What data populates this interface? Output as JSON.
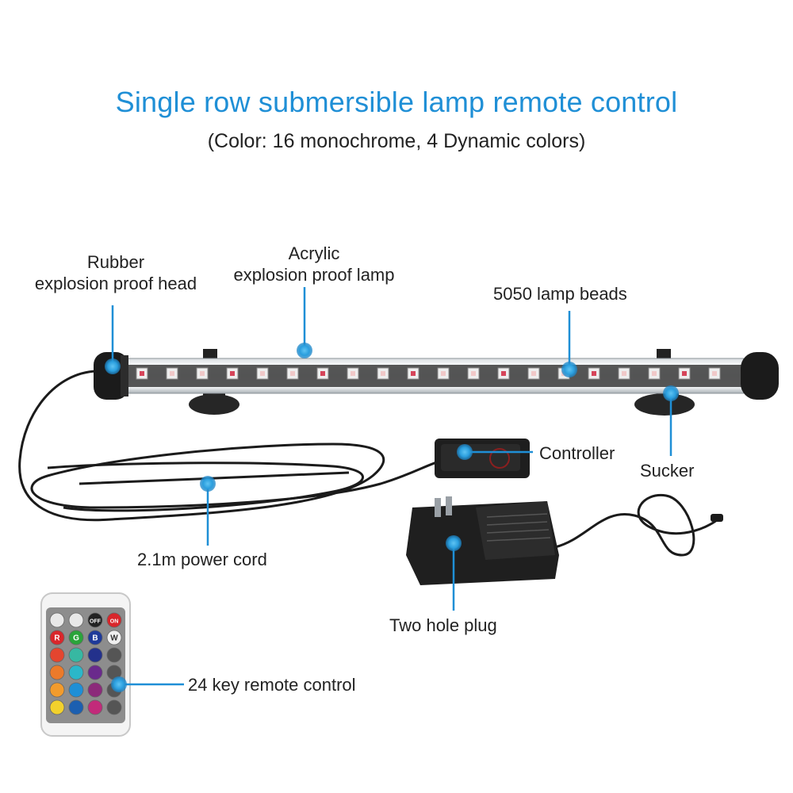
{
  "title": "Single row submersible lamp remote control",
  "subtitle": "(Color: 16 monochrome, 4 Dynamic colors)",
  "accent_color": "#1f8fd6",
  "callouts": {
    "rubber_head": {
      "line1": "Rubber",
      "line2": "explosion proof head"
    },
    "acrylic_lamp": {
      "line1": "Acrylic",
      "line2": "explosion proof lamp"
    },
    "lamp_beads": "5050 lamp beads",
    "controller": "Controller",
    "sucker": "Sucker",
    "power_cord": "2.1m power cord",
    "plug": "Two hole plug",
    "remote": "24 key remote control"
  },
  "remote_buttons": {
    "off": "OFF",
    "on": "ON",
    "r": "R",
    "g": "G",
    "b": "B",
    "w": "W"
  }
}
